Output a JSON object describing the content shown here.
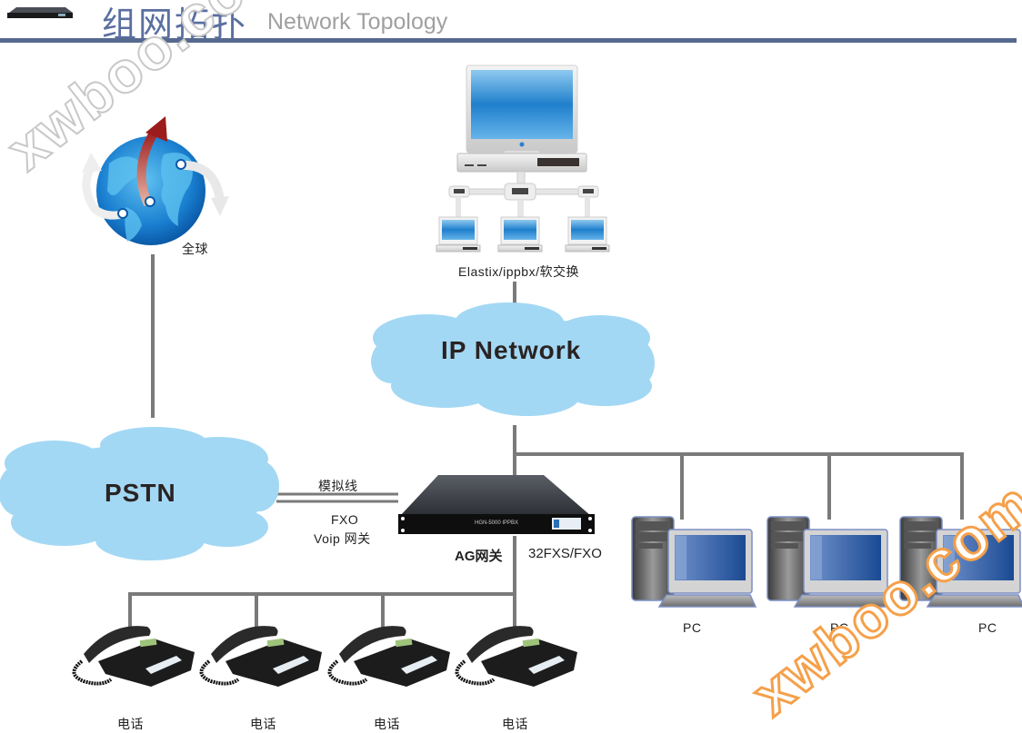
{
  "header": {
    "title_cn": "组网拓扑",
    "title_en": "Network Topology",
    "header_icon": "rack-server-icon",
    "rule_color": "#56698f"
  },
  "nodes": {
    "globe": {
      "label": "全球",
      "icon": "globe-icon"
    },
    "ippbx": {
      "label": "Elastix/ippbx/软交换",
      "icon": "server-network-icon"
    },
    "ip_network": {
      "label": "IP Network",
      "icon": "cloud-icon",
      "color": "#a3d8f4"
    },
    "pstn": {
      "label": "PSTN",
      "icon": "cloud-icon",
      "color": "#a3d8f4"
    },
    "gateway": {
      "label": "AG网关",
      "ports": "32FXS/FXO",
      "front_text": "HGN-5000 IPPBX",
      "icon": "rack-gateway-icon"
    },
    "pcs": [
      {
        "label": "PC",
        "icon": "desktop-pc-icon"
      },
      {
        "label": "PC",
        "icon": "desktop-pc-icon"
      },
      {
        "label": "PC",
        "icon": "desktop-pc-icon"
      }
    ],
    "phones": [
      {
        "label": "电话",
        "icon": "desk-phone-icon"
      },
      {
        "label": "电话",
        "icon": "desk-phone-icon"
      },
      {
        "label": "电话",
        "icon": "desk-phone-icon"
      },
      {
        "label": "电话",
        "icon": "desk-phone-icon"
      }
    ]
  },
  "links": {
    "pstn_gateway": {
      "top_label": "模拟线",
      "bottom_label_1": "FXO",
      "bottom_label_2": "Voip 网关"
    },
    "line_color": "#7a7a7a"
  },
  "watermarks": [
    {
      "text": "xwboo.com",
      "color": "#ffffff",
      "stroke": "#c8c8c8"
    },
    {
      "text": "xwboo.com",
      "color": "#ffffff",
      "stroke": "#f5a04a"
    }
  ]
}
